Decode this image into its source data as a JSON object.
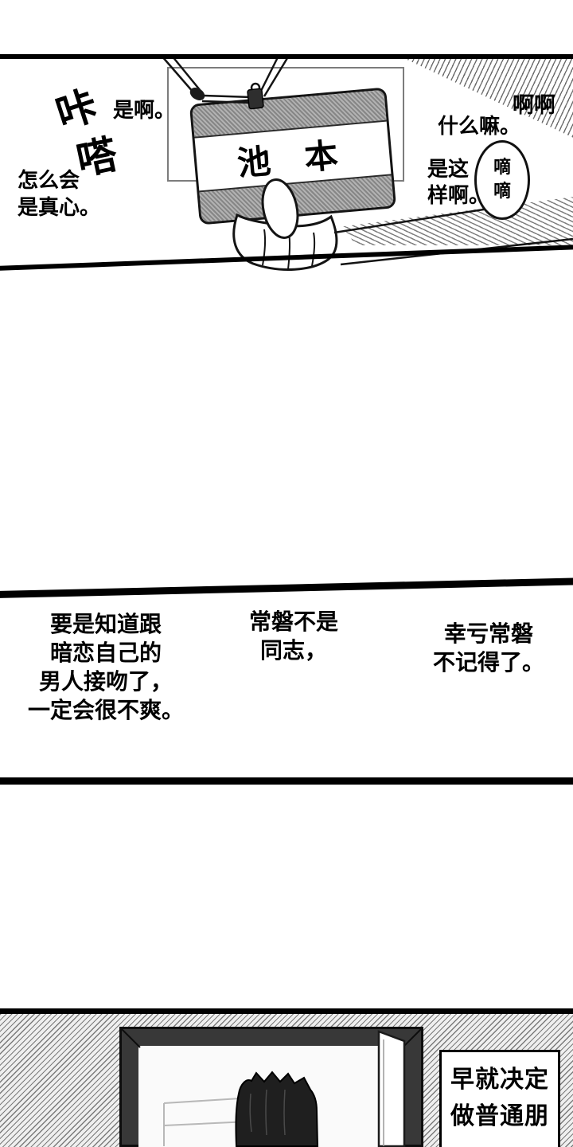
{
  "colors": {
    "ink": "#000000",
    "paper": "#ffffff",
    "frame_dark": "#383838"
  },
  "panel1": {
    "sfx_char1": "咔",
    "sfx_char2": "嗒",
    "speech_yeah": "是啊。",
    "speech_how_a": "怎么会",
    "speech_how_b": "是真心。",
    "speech_ah": "啊啊",
    "speech_what": "什么嘛。",
    "speech_so_a": "是这",
    "speech_so_b": "样啊。",
    "balloon_sfx": "嘀嘀",
    "badge_name": "池 本"
  },
  "panel2": {
    "left": [
      "要是知道跟",
      "暗恋自己的",
      "男人接吻了，",
      "一定会很不爽。"
    ],
    "middle": [
      "常磐不是",
      "同志，"
    ],
    "right": [
      "幸亏常磐",
      "不记得了。"
    ]
  },
  "panel3": {
    "caption": [
      "早就决定",
      "做普通朋"
    ]
  }
}
